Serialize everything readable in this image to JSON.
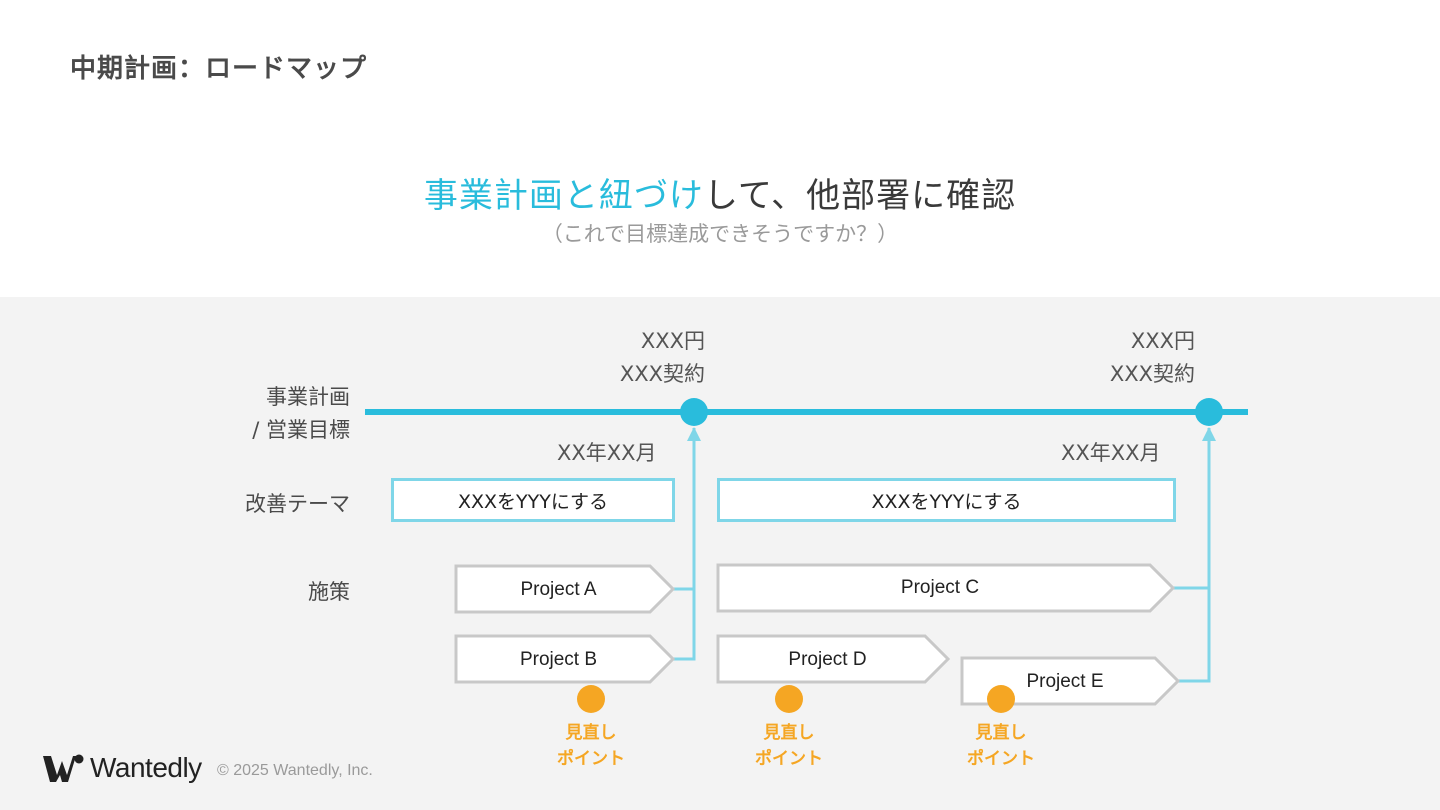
{
  "title": "中期計画：ロードマップ",
  "headline": {
    "accent": "事業計画と紐づけ",
    "rest": "して、他部署に確認"
  },
  "subline": "（これで目標達成できそうですか？）",
  "row_labels": {
    "plan_line1": "事業計画",
    "plan_line2": "/ 営業目標",
    "theme": "改善テーマ",
    "measures": "施策"
  },
  "milestones": [
    {
      "amount": "XXX円",
      "contract": "XXX契約",
      "date": "XX年XX月"
    },
    {
      "amount": "XXX円",
      "contract": "XXX契約",
      "date": "XX年XX月"
    }
  ],
  "themes": [
    "XXXをYYYにする",
    "XXXをYYYにする"
  ],
  "projects": [
    "Project A",
    "Project B",
    "Project C",
    "Project D",
    "Project E"
  ],
  "review_points": [
    {
      "line1": "見直し",
      "line2": "ポイント"
    },
    {
      "line1": "見直し",
      "line2": "ポイント"
    },
    {
      "line1": "見直し",
      "line2": "ポイント"
    }
  ],
  "footer": {
    "logo_text": "Wantedly",
    "copyright": "© 2025 Wantedly, Inc."
  },
  "colors": {
    "accent": "#29bcdc",
    "connector": "#7fd6e8",
    "review": "#f5a623",
    "project_border": "#c8c8c8",
    "band": "#f3f3f3"
  }
}
